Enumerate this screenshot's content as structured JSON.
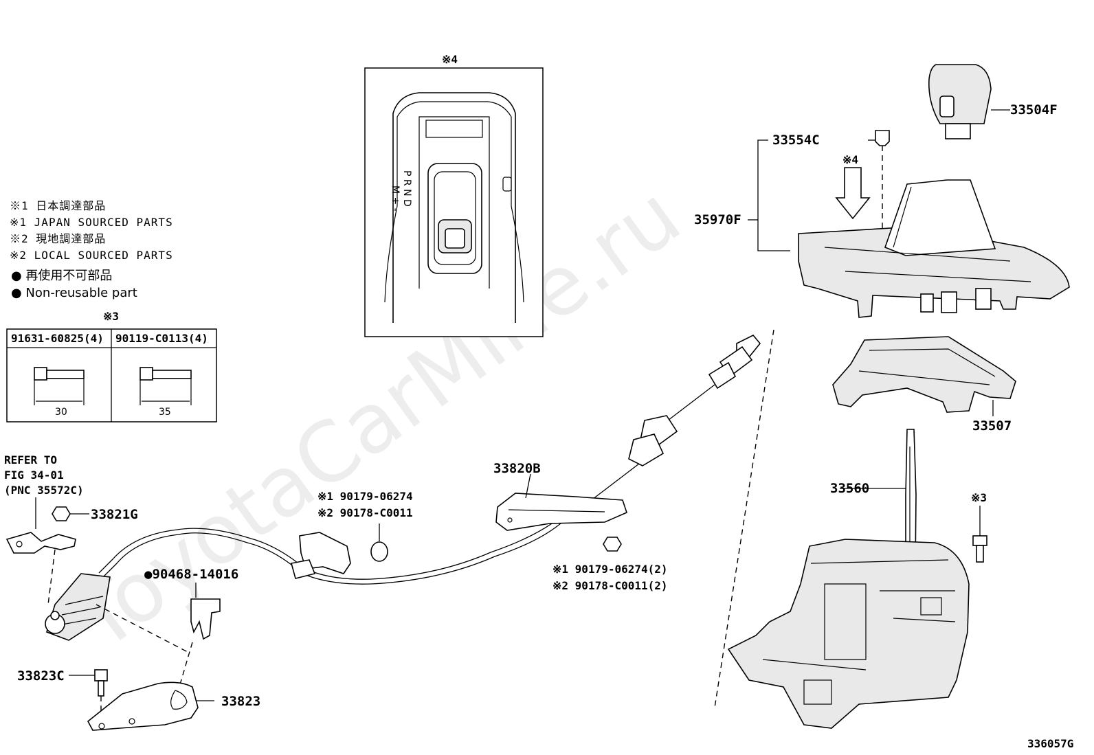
{
  "watermark": "ToyotaCarMine.ru",
  "legend": {
    "line1": "※1 日本調達部品",
    "line2": "※1 JAPAN SOURCED PARTS",
    "line3": "※2 現地調達部品",
    "line4": "※2 LOCAL SOURCED PARTS",
    "line5": "● 再使用不可部品",
    "line6": "● Non-reusable part"
  },
  "bolt_table": {
    "title": "※3",
    "col1": {
      "part": "91631-60825(4)",
      "dim": "30"
    },
    "col2": {
      "part": "90119-C0113(4)",
      "dim": "35"
    }
  },
  "inset": {
    "title": "※4",
    "shift_letters": "P R N D",
    "mode_letters": "M + -"
  },
  "refer": {
    "line1": "REFER TO",
    "line2": "FIG 34-01",
    "line3": "(PNC 35572C)"
  },
  "labels": {
    "p33504F": "33504F",
    "p33554C": "33554C",
    "p35970F": "35970F",
    "star4_arrow": "※4",
    "p33507": "33507",
    "p33560": "33560",
    "star3": "※3",
    "p33820B": "33820B",
    "p33821G": "33821G",
    "p90468": "●90468-14016",
    "p33823C": "33823C",
    "p33823": "33823",
    "clip_a1": "※1 90179-06274",
    "clip_a2": "※2 90178-C0011",
    "clip_b1": "※1 90179-06274(2)",
    "clip_b2": "※2 90178-C0011(2)"
  },
  "figure_number": "336057G"
}
